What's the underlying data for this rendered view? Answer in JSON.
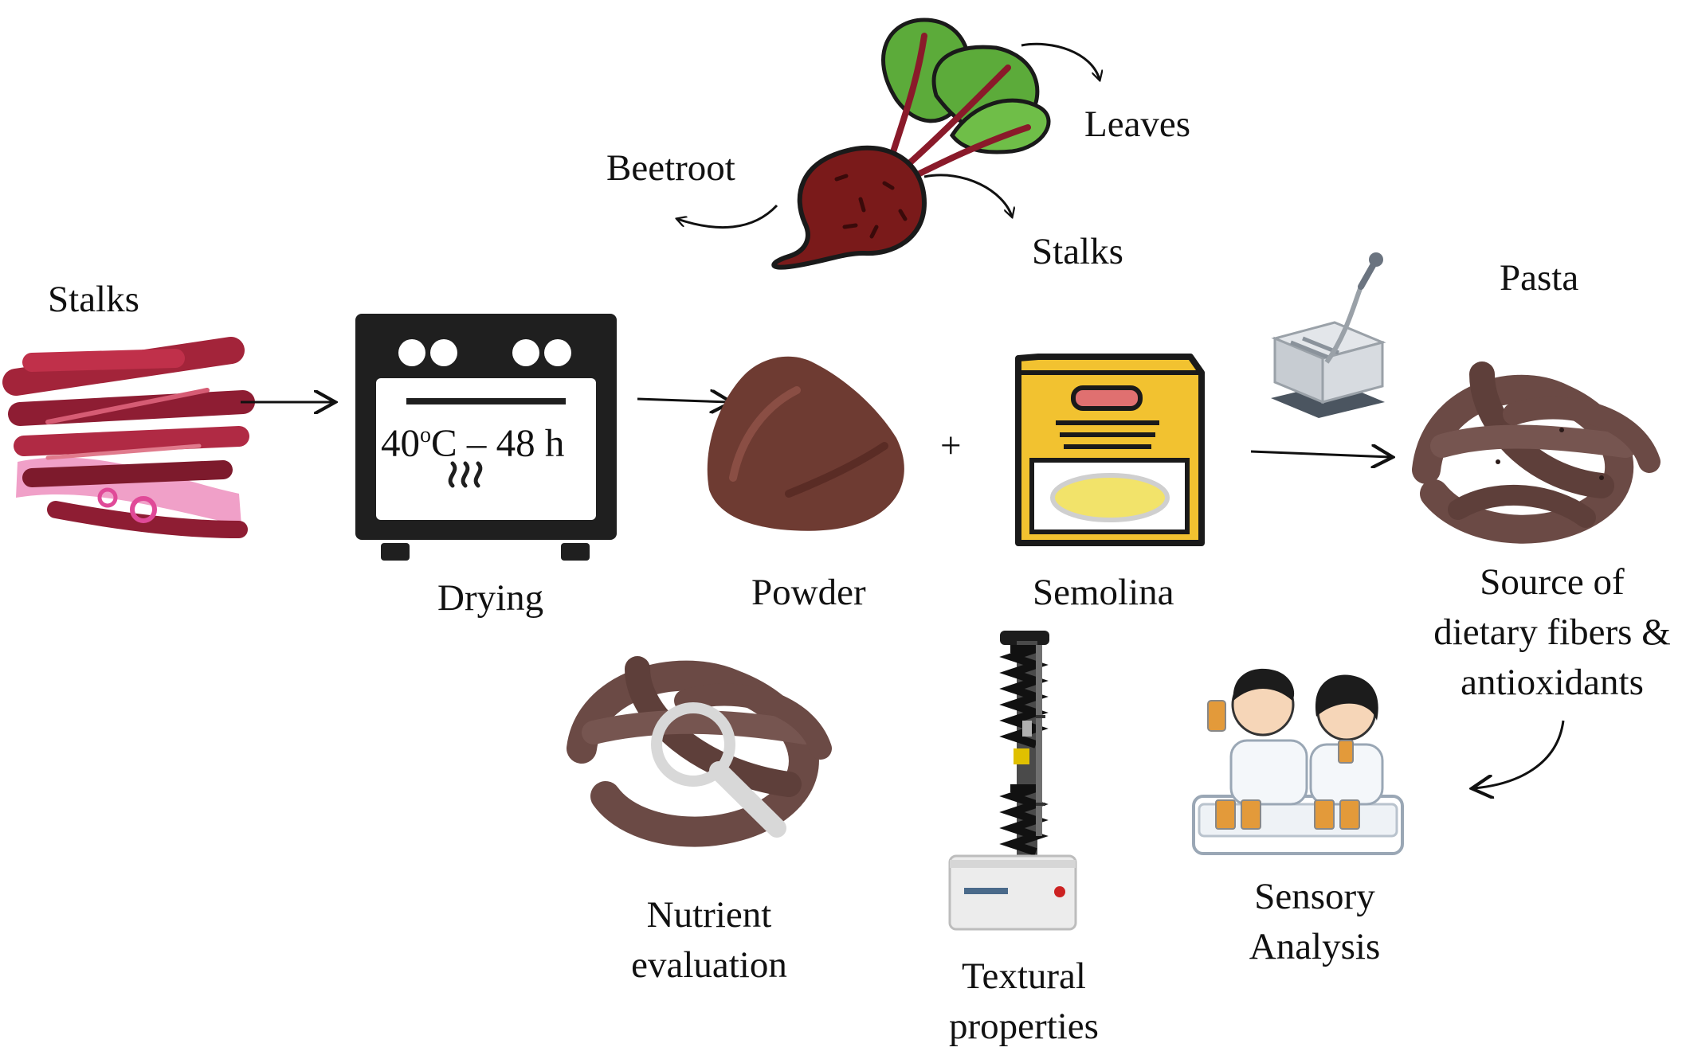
{
  "top": {
    "beetroot_label": "Beetroot",
    "leaves_label": "Leaves",
    "stalks_label": "Stalks"
  },
  "process": {
    "stalks_label": "Stalks",
    "oven_temp_value": "40",
    "oven_temp_sup": "o",
    "oven_temp_rest": "C – 48 h",
    "drying_label": "Drying",
    "powder_label": "Powder",
    "plus_sign": "+",
    "semolina_label": "Semolina",
    "pasta_label": "Pasta",
    "benefit_lines": [
      "Source of",
      "dietary fibers &",
      "antioxidants"
    ]
  },
  "analysis": {
    "nutrient_lines": [
      "Nutrient",
      "evaluation"
    ],
    "texture_lines": [
      "Textural",
      "properties"
    ],
    "sensory_lines": [
      "Sensory",
      "Analysis"
    ]
  },
  "colors": {
    "beet": "#7a1a1a",
    "leaf": "#5cab3a",
    "stalk": "#a3243a",
    "oven": "#1f1f1f",
    "powder": "#6e3b32",
    "semolina_box": "#f2c230",
    "pasta": "#6b4a45"
  }
}
